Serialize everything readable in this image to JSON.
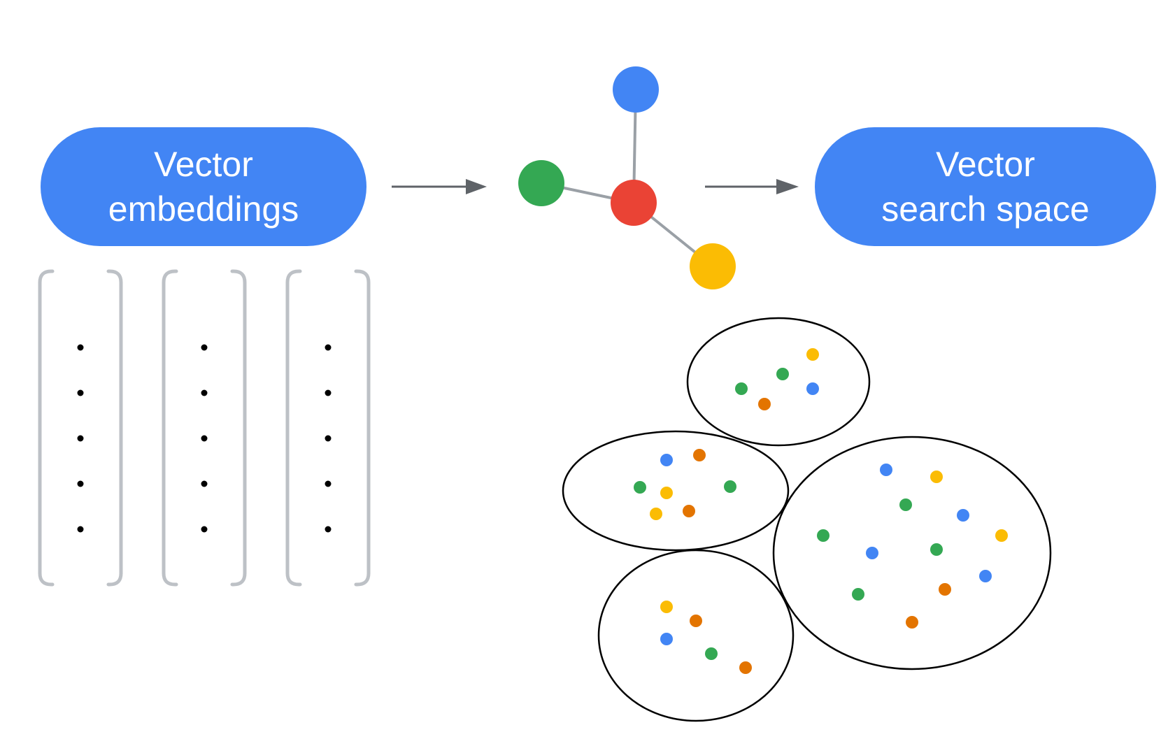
{
  "left_box": {
    "line1": "Vector",
    "line2": "embeddings"
  },
  "right_box": {
    "line1": "Vector",
    "line2": "search space"
  },
  "colors": {
    "pill": "#4285f4",
    "blue": "#4285f4",
    "green": "#34a853",
    "red": "#ea4335",
    "yellow": "#fbbc04",
    "orange": "#e37400",
    "bracket": "#bdc1c6",
    "connector": "#9aa0a6",
    "arrow": "#5f6368"
  },
  "embeddings": {
    "vector_count": 3,
    "dots_per_vector": 5
  },
  "graph": {
    "center_color": "red",
    "satellites": [
      "blue",
      "green",
      "yellow"
    ]
  },
  "clusters": [
    {
      "name": "top",
      "points": [
        "yellow",
        "green",
        "blue",
        "green",
        "orange"
      ]
    },
    {
      "name": "left",
      "points": [
        "blue",
        "orange",
        "green",
        "yellow",
        "green",
        "orange",
        "yellow"
      ]
    },
    {
      "name": "right",
      "points": [
        "blue",
        "yellow",
        "green",
        "blue",
        "yellow",
        "green",
        "blue",
        "green",
        "blue",
        "orange",
        "green",
        "orange"
      ]
    },
    {
      "name": "bottom",
      "points": [
        "yellow",
        "orange",
        "blue",
        "green",
        "orange"
      ]
    }
  ]
}
